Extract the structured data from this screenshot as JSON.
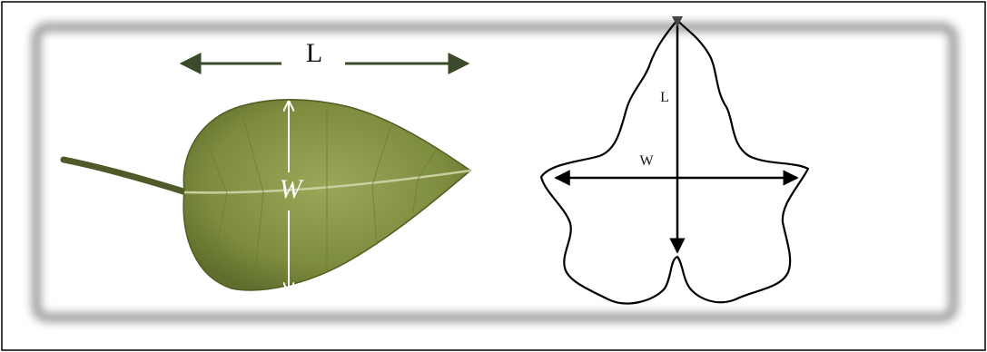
{
  "figure": {
    "left_panel": {
      "length_label": "L",
      "width_label": "W"
    },
    "right_panel": {
      "length_label": "L",
      "width_label": "W"
    },
    "colors": {
      "leaf_fill": "#8a9a4a",
      "leaf_dark": "#5f6e2c",
      "vein": "#c8d0a0",
      "arrow_dark": "#3a4a2a",
      "outline": "#000000",
      "frame_shadow": "#b0b0b0"
    }
  }
}
